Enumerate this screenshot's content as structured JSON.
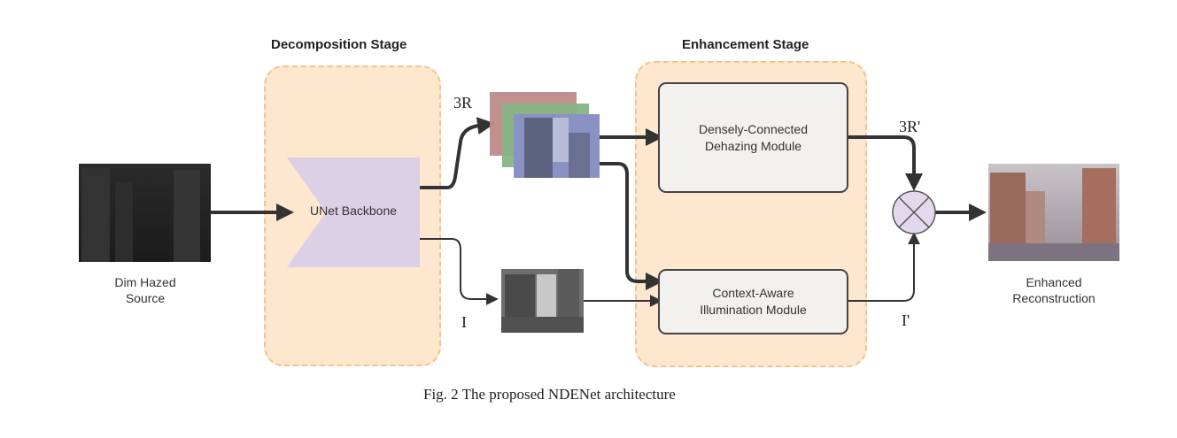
{
  "stages": {
    "decomposition": "Decomposition Stage",
    "enhancement": "Enhancement Stage"
  },
  "input": {
    "line1": "Dim Hazed",
    "line2": "Source"
  },
  "output": {
    "line1": "Enhanced",
    "line2": "Reconstruction"
  },
  "backbone": "UNet Backbone",
  "modules": {
    "dehazing": {
      "line1": "Densely-Connected",
      "line2": "Dehazing Module"
    },
    "illumination": {
      "line1": "Context-Aware",
      "line2": "Illumination Module"
    }
  },
  "labels": {
    "reflectance": "3R",
    "illumination": "I",
    "reflectance_out": "3R'",
    "illumination_out": "I'"
  },
  "combine_symbol": "⊗",
  "caption": "Fig. 2  The proposed NDENet architecture",
  "colors": {
    "stage_fill": "#fde7cf",
    "backbone_fill": "#dcd0e6",
    "module_fill": "#f3f1ee",
    "red_channel": "#b86a6a",
    "green_channel": "#6aa86a",
    "blue_channel": "#6a78b8"
  }
}
